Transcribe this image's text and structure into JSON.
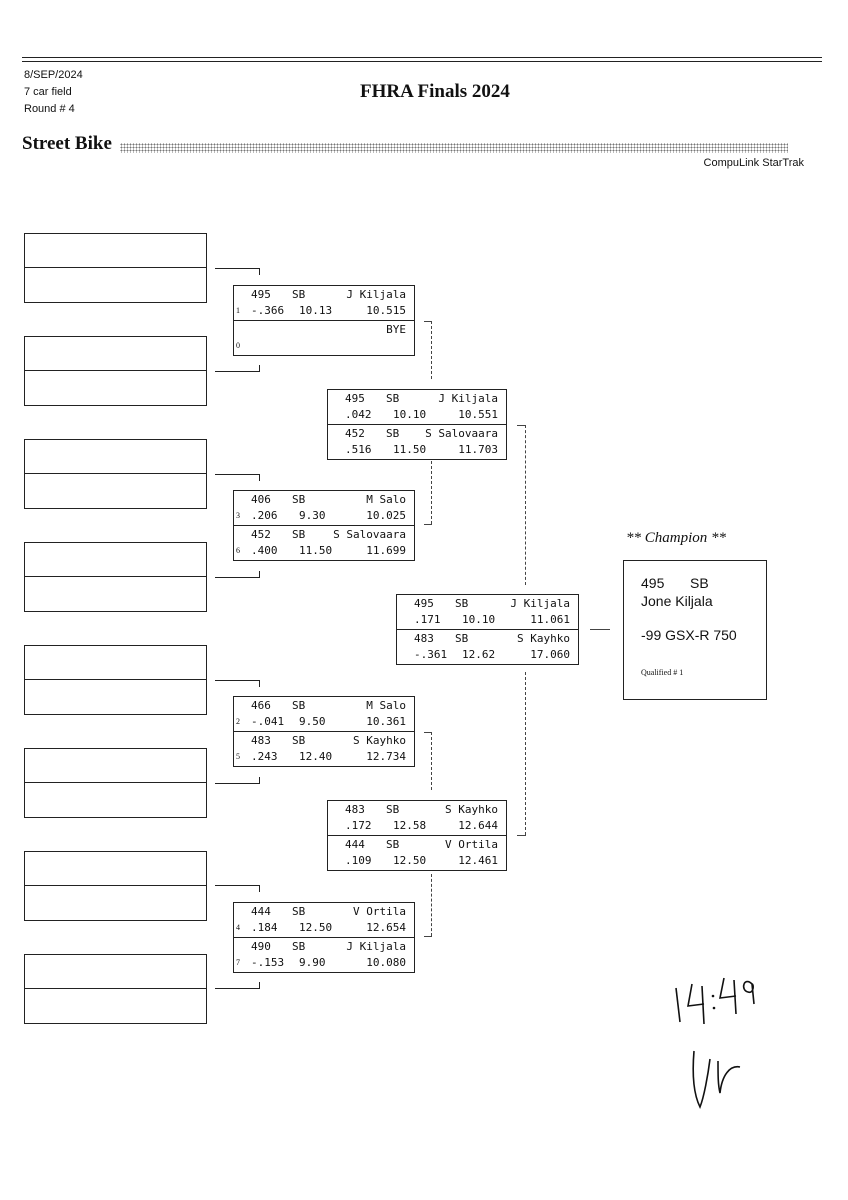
{
  "header": {
    "date": "8/SEP/2024",
    "field": "7 car field",
    "round": "Round # 4",
    "title": "FHRA Finals 2024",
    "class_name": "Street Bike",
    "vendor": "CompuLink StarTrak"
  },
  "round1": [
    {
      "top": {
        "no": "495",
        "cls": "SB",
        "name": "J Kiljala",
        "rank": "1",
        "rt": "-.366",
        "dial": "10.13",
        "et": "10.515"
      },
      "bottom": {
        "no": "",
        "cls": "",
        "name": "BYE",
        "rank": "0",
        "rt": "",
        "dial": "",
        "et": ""
      }
    },
    {
      "top": {
        "no": "406",
        "cls": "SB",
        "name": "M Salo",
        "rank": "3",
        "rt": ".206",
        "dial": "9.30",
        "et": "10.025"
      },
      "bottom": {
        "no": "452",
        "cls": "SB",
        "name": "S Salovaara",
        "rank": "6",
        "rt": ".400",
        "dial": "11.50",
        "et": "11.699"
      }
    },
    {
      "top": {
        "no": "466",
        "cls": "SB",
        "name": "M Salo",
        "rank": "2",
        "rt": "-.041",
        "dial": "9.50",
        "et": "10.361"
      },
      "bottom": {
        "no": "483",
        "cls": "SB",
        "name": "S Kayhko",
        "rank": "5",
        "rt": ".243",
        "dial": "12.40",
        "et": "12.734"
      }
    },
    {
      "top": {
        "no": "444",
        "cls": "SB",
        "name": "V Ortila",
        "rank": "4",
        "rt": ".184",
        "dial": "12.50",
        "et": "12.654"
      },
      "bottom": {
        "no": "490",
        "cls": "SB",
        "name": "J Kiljala",
        "rank": "7",
        "rt": "-.153",
        "dial": "9.90",
        "et": "10.080"
      }
    }
  ],
  "semis": [
    {
      "top": {
        "no": "495",
        "cls": "SB",
        "name": "J Kiljala",
        "rt": ".042",
        "dial": "10.10",
        "et": "10.551"
      },
      "bottom": {
        "no": "452",
        "cls": "SB",
        "name": "S Salovaara",
        "rt": ".516",
        "dial": "11.50",
        "et": "11.703"
      }
    },
    {
      "top": {
        "no": "483",
        "cls": "SB",
        "name": "S Kayhko",
        "rt": ".172",
        "dial": "12.58",
        "et": "12.644"
      },
      "bottom": {
        "no": "444",
        "cls": "SB",
        "name": "V Ortila",
        "rt": ".109",
        "dial": "12.50",
        "et": "12.461"
      }
    }
  ],
  "final": {
    "top": {
      "no": "495",
      "cls": "SB",
      "name": "J Kiljala",
      "rt": ".171",
      "dial": "10.10",
      "et": "11.061"
    },
    "bottom": {
      "no": "483",
      "cls": "SB",
      "name": "S Kayhko",
      "rt": "-.361",
      "dial": "12.62",
      "et": "17.060"
    }
  },
  "champion": {
    "label": "** Champion **",
    "no": "495",
    "cls": "SB",
    "name": "Jone Kiljala",
    "vehicle": "-99 GSX-R 750",
    "qualified": "Qualified # 1"
  },
  "handwriting": {
    "time": "14:49",
    "initials": "signature"
  }
}
